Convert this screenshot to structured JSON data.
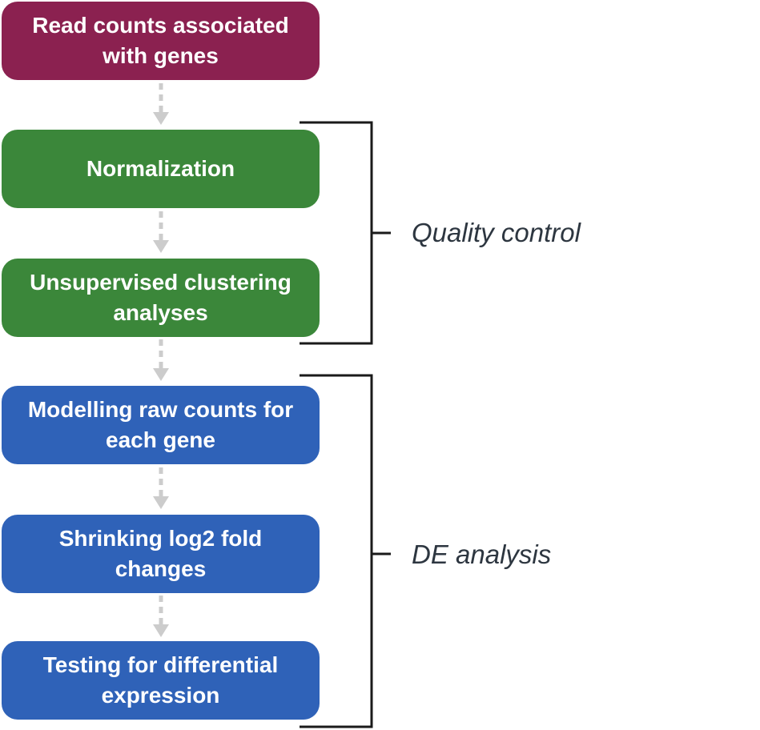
{
  "steps": [
    {
      "lines": [
        "Read counts associated",
        "with genes"
      ],
      "color": "#8b2150"
    },
    {
      "lines": [
        "Normalization"
      ],
      "color": "#3b873a"
    },
    {
      "lines": [
        "Unsupervised clustering",
        "analyses"
      ],
      "color": "#3b873a"
    },
    {
      "lines": [
        "Modelling raw counts for",
        "each gene"
      ],
      "color": "#2f62b8"
    },
    {
      "lines": [
        "Shrinking log2 fold",
        "changes"
      ],
      "color": "#2f62b8"
    },
    {
      "lines": [
        "Testing for differential",
        "expression"
      ],
      "color": "#2f62b8"
    }
  ],
  "groups": {
    "quality_control": {
      "label": "Quality control"
    },
    "de_analysis": {
      "label": "DE analysis"
    }
  },
  "colors": {
    "arrow": "#cccccc",
    "bracket": "#1a1a1a"
  }
}
